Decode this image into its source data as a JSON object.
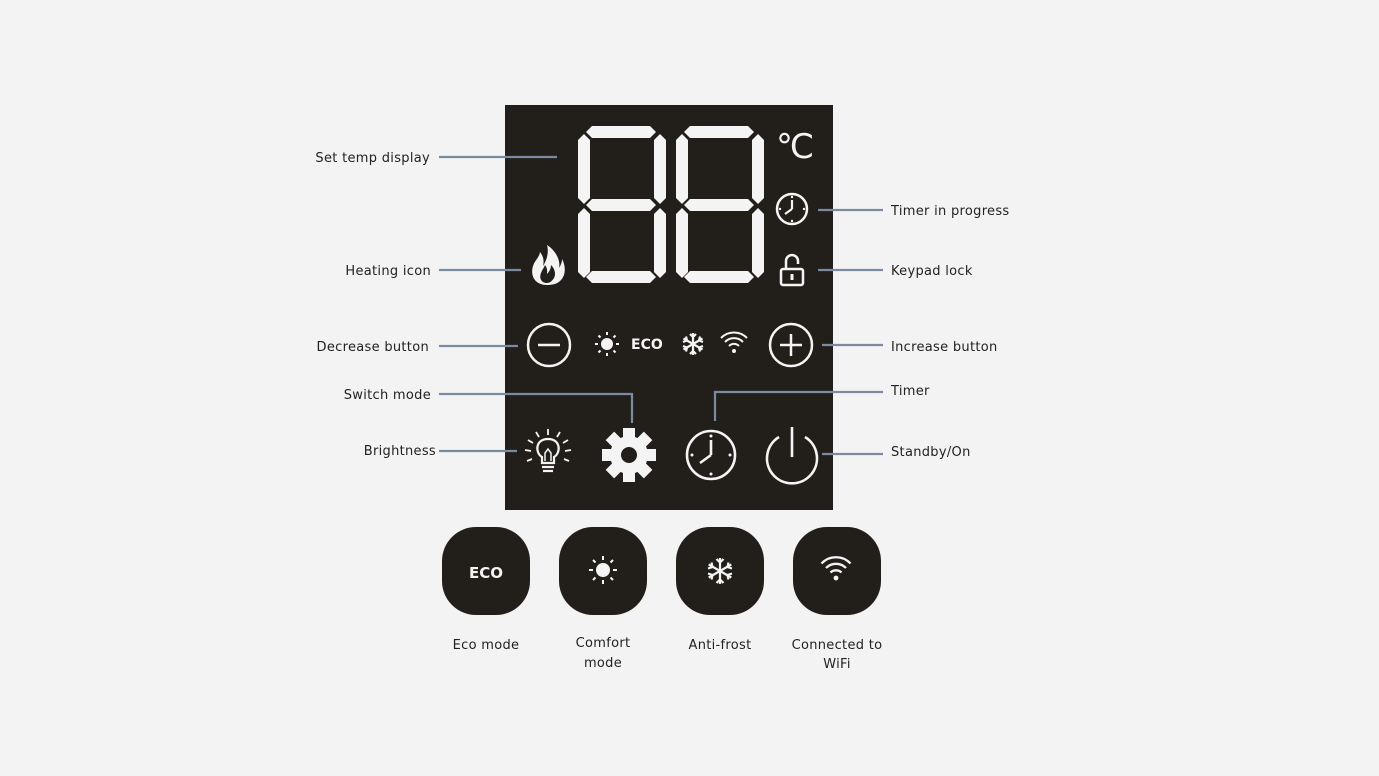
{
  "panel": {
    "display_digits": "88",
    "unit": "℃",
    "eco_text": "ECO"
  },
  "callouts": {
    "set_temp_display": "Set temp display",
    "heating_icon": "Heating icon",
    "decrease_button": "Decrease button",
    "switch_mode": "Switch mode",
    "brightness": "Brightness",
    "timer_in_progress": "Timer in progress",
    "keypad_lock": "Keypad lock",
    "increase_button": "Increase button",
    "timer": "Timer",
    "standby_on": "Standby/On"
  },
  "mode_buttons": [
    {
      "icon": "eco-icon",
      "text": "ECO",
      "label_line1": "Eco mode",
      "label_line2": ""
    },
    {
      "icon": "sun-icon",
      "label_line1": "Comfort",
      "label_line2": "mode"
    },
    {
      "icon": "snowflake-icon",
      "label_line1": "Anti-frost",
      "label_line2": ""
    },
    {
      "icon": "wifi-icon",
      "label_line1": "Connected to",
      "label_line2": "WiFi"
    }
  ],
  "colors": {
    "panel": "#221f1b",
    "page": "#f3f3f3",
    "leader": "#7a8aa1",
    "glyph": "#f4f4f4"
  }
}
